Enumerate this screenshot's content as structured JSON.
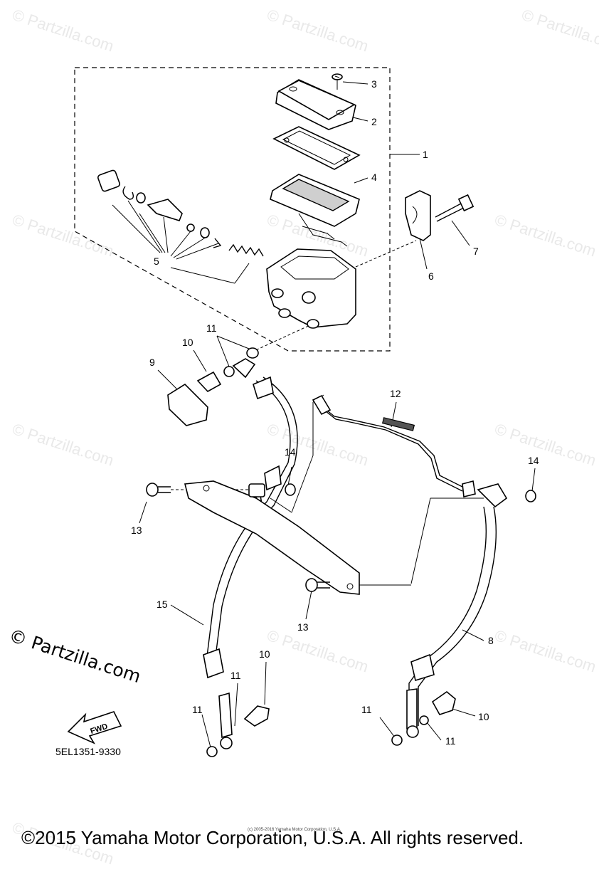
{
  "watermarks": [
    {
      "text": "© Partzilla.com"
    },
    {
      "text": "© Partzilla.com"
    },
    {
      "text": "© Partzilla.com"
    },
    {
      "text": "© Partzilla.com"
    },
    {
      "text": "© Partzilla.com"
    },
    {
      "text": "© Partzilla.com"
    },
    {
      "text": "© Partzilla.com"
    },
    {
      "text": "© Partzilla.com"
    },
    {
      "text": "© Partzilla.com"
    },
    {
      "text": "© Partzilla.com"
    },
    {
      "text": "© Partzilla.com"
    },
    {
      "text": "© Partzilla.com"
    }
  ],
  "callouts": [
    "3",
    "2",
    "1",
    "4",
    "7",
    "6",
    "5",
    "11",
    "10",
    "9",
    "12",
    "14",
    "14",
    "13",
    "13",
    "15",
    "8",
    "10",
    "11",
    "11",
    "10",
    "11",
    "11"
  ],
  "brand_mark": "© Partzilla.com",
  "fwd_label": "FWD",
  "diagram_ref": "5EL1351-9330",
  "small_print": "(c) 2005-2016 Yamaha Motor Corporation, U.S.A.",
  "copyright": "©2015 Yamaha Motor Corporation, U.S.A. All rights reserved."
}
